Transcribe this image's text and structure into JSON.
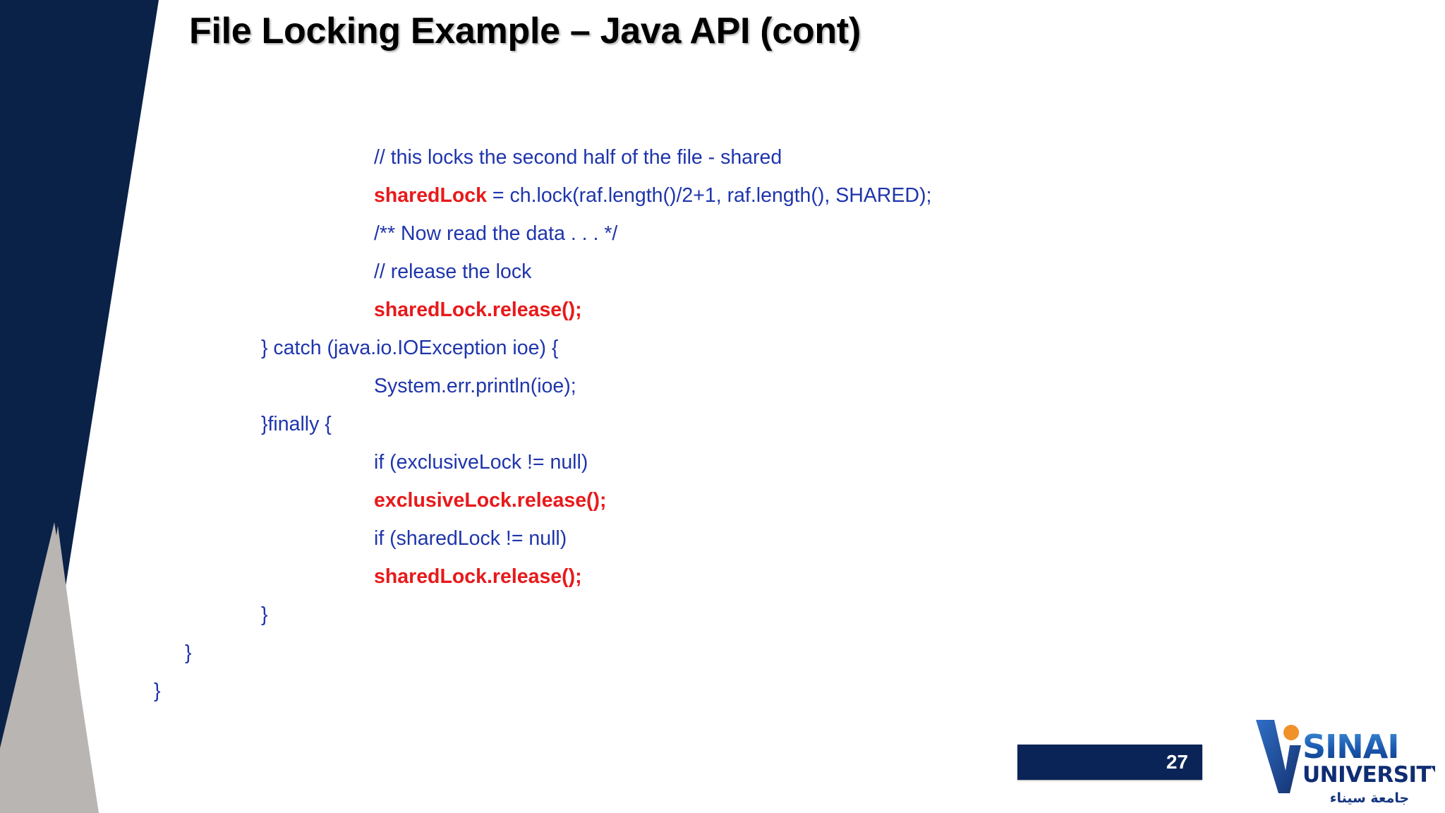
{
  "slide": {
    "title": "File Locking Example – Java API (cont)",
    "page_number": "27"
  },
  "colors": {
    "navy": "#0a2148",
    "gray": "#b8b5b2",
    "code_blue": "#1f35ac",
    "highlight_red": "#e8191a",
    "badge_navy": "#0b2457",
    "logo_orange": "#f0912a"
  },
  "code": {
    "lines": [
      {
        "indent": 2,
        "plain": "// this locks the second half of the file - shared"
      },
      {
        "indent": 2,
        "bold_prefix": "sharedLock",
        "plain": " = ch.lock(raf.length()/2+1, raf.length(), SHARED);"
      },
      {
        "indent": 2,
        "plain": "/** Now read the data . . . */"
      },
      {
        "indent": 2,
        "plain": "// release the lock"
      },
      {
        "indent": 2,
        "all_bold": "sharedLock.release();"
      },
      {
        "indent": 1,
        "plain": "} catch (java.io.IOException ioe) {"
      },
      {
        "indent": 2,
        "plain": "System.err.println(ioe);"
      },
      {
        "indent": 1,
        "plain": "}finally {"
      },
      {
        "indent": 2,
        "plain": "if (exclusiveLock != null)"
      },
      {
        "indent": 2,
        "all_bold": "exclusiveLock.release();"
      },
      {
        "indent": 2,
        "plain": "if (sharedLock != null)"
      },
      {
        "indent": 2,
        "all_bold": "sharedLock.release();"
      },
      {
        "indent": 1,
        "plain": "}"
      },
      {
        "indent": 0,
        "plain": "}"
      },
      {
        "indent": -1,
        "plain": "}"
      }
    ],
    "line_texts": [
      "// this locks the second half of the file - shared",
      "sharedLock = ch.lock(raf.length()/2+1, raf.length(), SHARED);",
      "/** Now read the data . . . */",
      "// release the lock",
      "sharedLock.release();",
      "} catch (java.io.IOException ioe) {",
      "System.err.println(ioe);",
      "}finally {",
      "if (exclusiveLock != null)",
      "exclusiveLock.release();",
      "if (sharedLock != null)",
      "sharedLock.release();",
      "}",
      "}",
      "}"
    ]
  },
  "logo": {
    "name_primary": "SINAI",
    "name_secondary": "UNIVERSITY",
    "name_arabic": "جامعة سيناء"
  }
}
